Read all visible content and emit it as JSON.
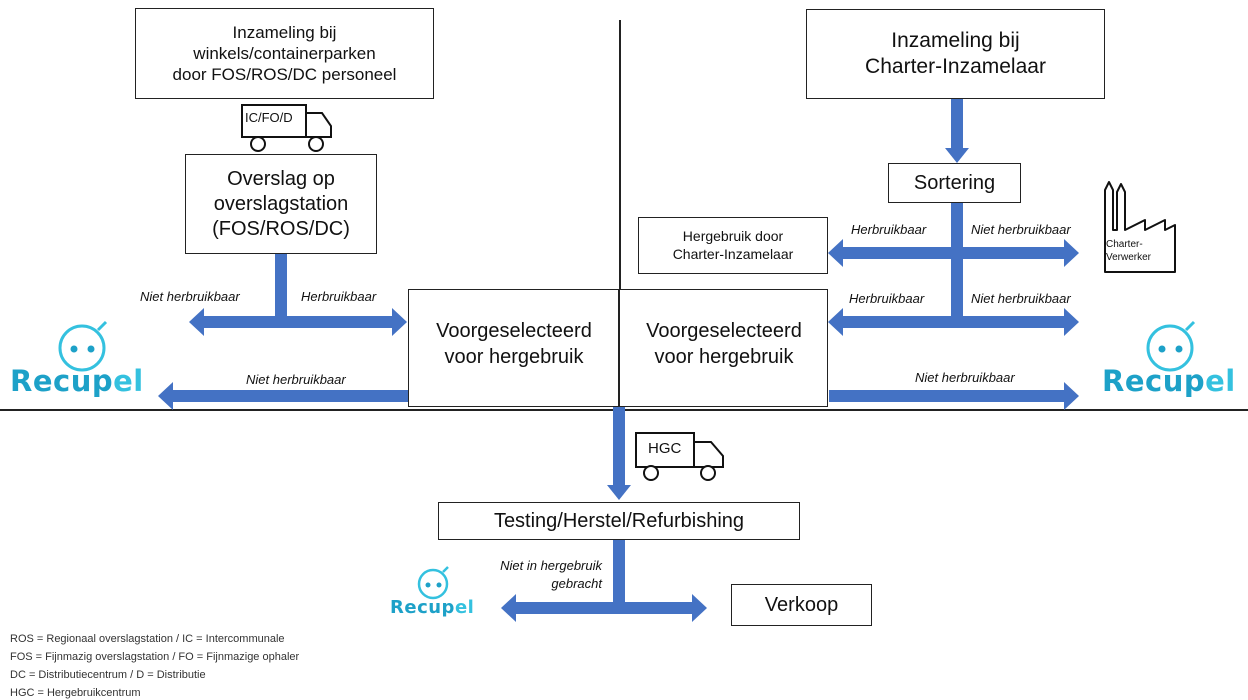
{
  "boxes": {
    "collection_shops": "Inzameling bij\nwinkels/containerparken\ndoor FOS/ROS/DC personeel",
    "collection_charter": "Inzameling bij\nCharter-Inzamelaar",
    "transfer_station": "Overslag op\noverslagstation\n(FOS/ROS/DC)",
    "sorting": "Sortering",
    "reuse_charter": "Hergebruik door\nCharter-Inzamelaar",
    "preselected_left": "Voorgeselecteerd\nvoor hergebruik",
    "preselected_right": "Voorgeselecteerd\nvoor hergebruik",
    "testing": "Testing/Herstel/Refurbishing",
    "sale": "Verkoop"
  },
  "trucks": {
    "top": "IC/FO/D",
    "middle": "HGC"
  },
  "factory_label": "Charter-\nVerwerker",
  "labels": {
    "niet_herbruikbaar": "Niet herbruikbaar",
    "herbruikbaar": "Herbruikbaar",
    "niet_in_hergebruik": "Niet in hergebruik\ngebracht"
  },
  "logo": {
    "word_main": "Recup",
    "word_tail": "el"
  },
  "legend": [
    "ROS = Regionaal overslagstation / IC = Intercommunale",
    "FOS = Fijnmazig overslagstation / FO = Fijnmazige ophaler",
    "DC = Distributiecentrum / D = Distributie",
    "HGC = Hergebruikcentrum"
  ],
  "colors": {
    "arrow": "#4472C4",
    "logo_blue": "#1da1c8",
    "logo_light": "#34c1df"
  }
}
